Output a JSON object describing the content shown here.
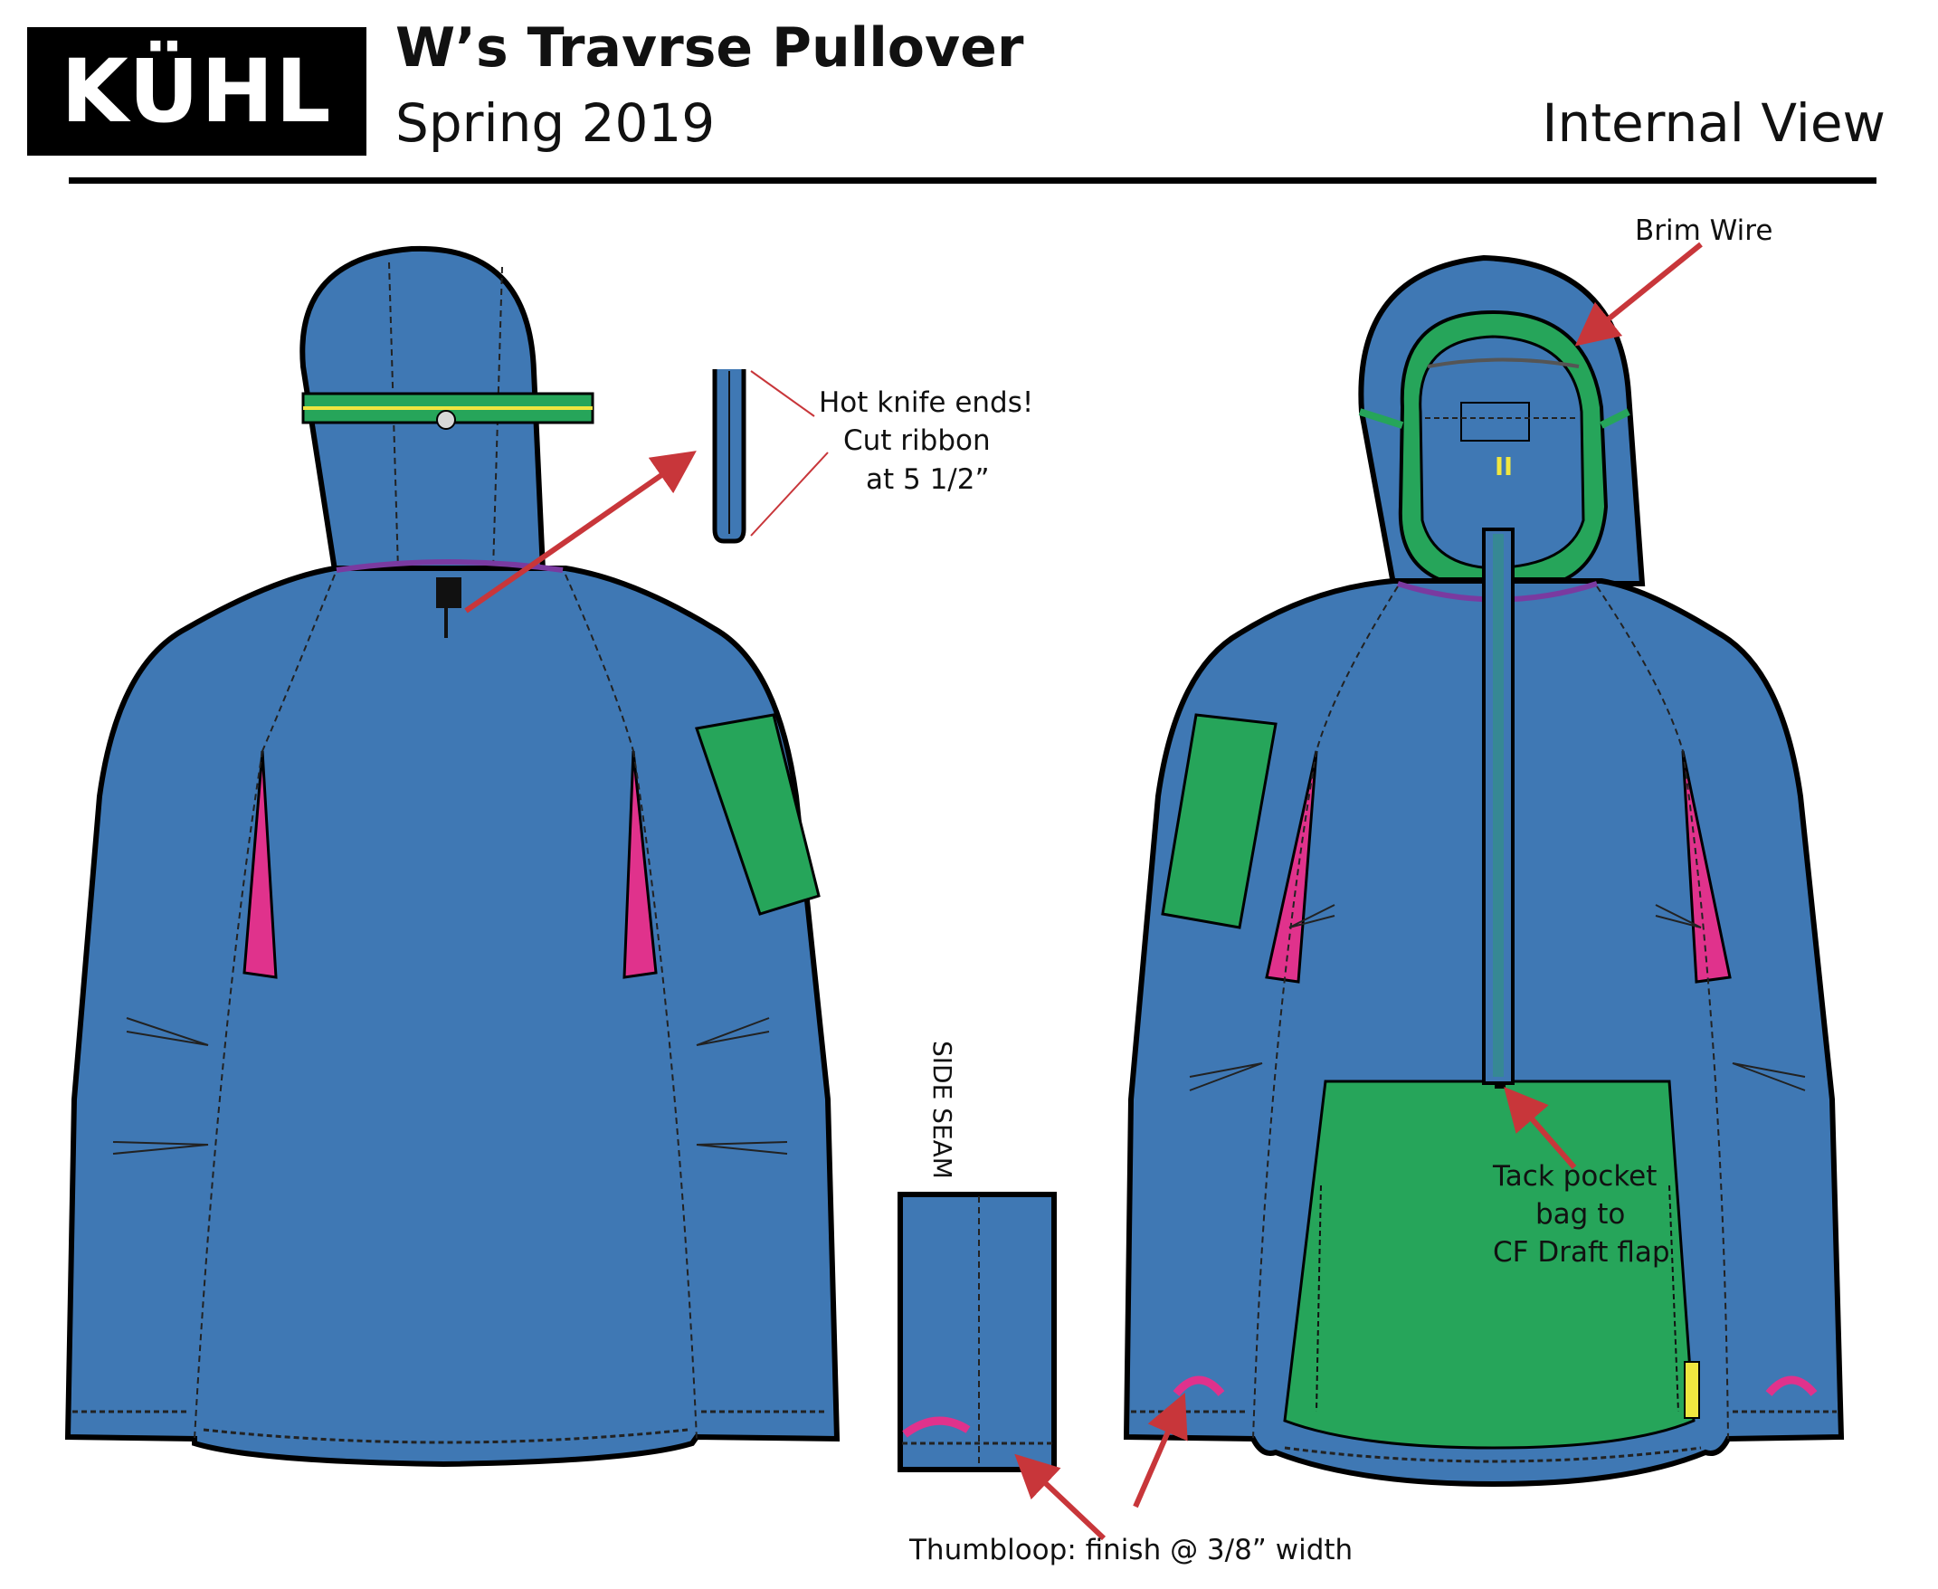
{
  "header": {
    "logo_text": "KÜHL",
    "title": "W’s Travrse Pullover",
    "season": "Spring 2019",
    "view_label": "Internal View"
  },
  "callouts": {
    "brim_wire": "Brim Wire",
    "hot_knife_line1": "Hot knife ends!",
    "hot_knife_line2": "Cut ribbon",
    "hot_knife_line3": "at 5 1/2”",
    "side_seam": "SIDE SEAM",
    "tack_line1": "Tack pocket",
    "tack_line2": "bag to",
    "tack_line3": "CF Draft flap",
    "thumbloop": "Thumbloop: finish @ 3/8” width"
  },
  "colors": {
    "body_blue": "#3f78b4",
    "accent_green": "#26a55a",
    "accent_pink": "#e0328c",
    "neck_purple": "#7a3aa0",
    "yellow_stripe": "#f0e640",
    "arrow_red": "#c8363a",
    "outline": "#000000"
  }
}
